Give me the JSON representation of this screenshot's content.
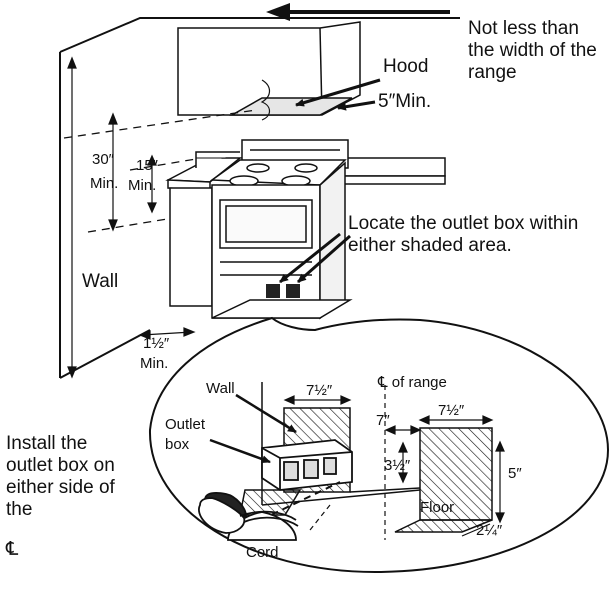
{
  "labels": {
    "width_note": "Not less than the width of the range",
    "hood": "Hood",
    "hood_min": "5″Min.",
    "dim_30": "30″",
    "dim_30_min": "Min.",
    "dim_15": "15″",
    "dim_15_min": "Min.",
    "outlet_note": "Locate the outlet box within either shaded area.",
    "wall": "Wall",
    "dim_1_5": "1½″",
    "dim_1_5_min": "Min.",
    "install_note": "Install the outlet box on either side of the",
    "install_symbol": "℄"
  },
  "detail": {
    "wall": "Wall",
    "dim_7_5_left": "7½″",
    "centerline": "℄ of range",
    "outlet_box": "Outlet box",
    "dim_7": "7″",
    "dim_7_5_right": "7½″",
    "dim_3_5": "3½″",
    "dim_5": "5″",
    "floor": "Floor",
    "dim_2_25": "2¼″",
    "cord": "Cord"
  }
}
